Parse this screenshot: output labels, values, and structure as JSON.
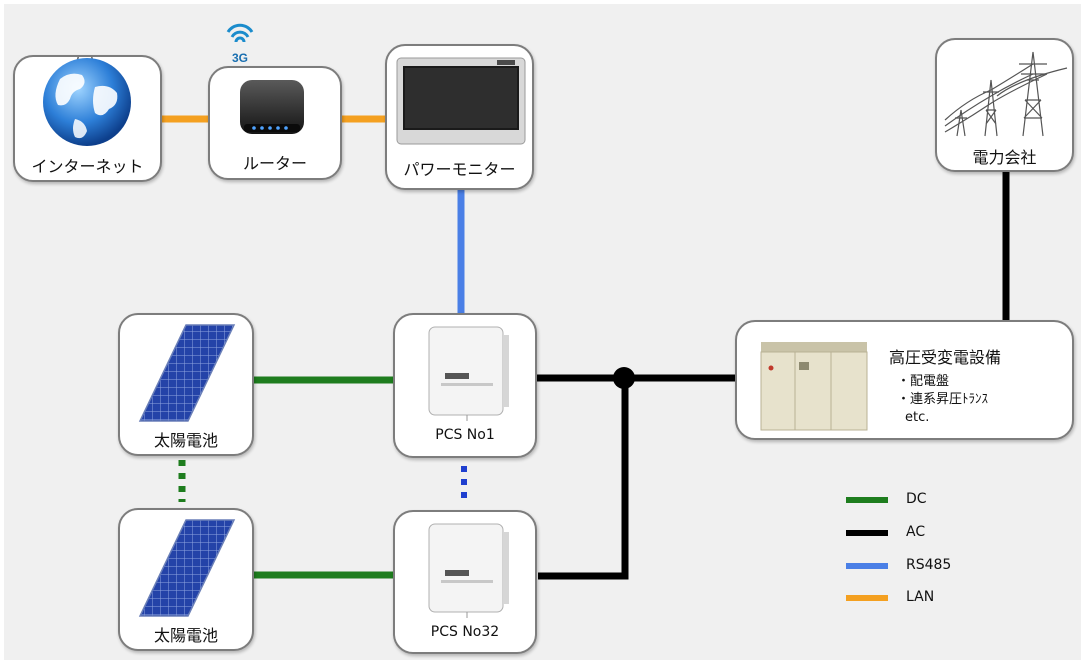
{
  "nodes": {
    "internet": {
      "label": "インターネット"
    },
    "router": {
      "label": "ルーター",
      "badge": "3G"
    },
    "power_monitor": {
      "label": "パワーモニター"
    },
    "utility": {
      "label": "電力会社"
    },
    "solar_1": {
      "label": "太陽電池"
    },
    "solar_2": {
      "label": "太陽電池"
    },
    "pcs_1": {
      "label": "PCS  No1"
    },
    "pcs_32": {
      "label": "PCS  No32"
    },
    "substation": {
      "title": "高圧受変電設備",
      "items": [
        "・配電盤",
        "・連系昇圧ﾄﾗﾝｽ",
        "etc."
      ]
    }
  },
  "legend": [
    {
      "label": "DC",
      "color": "#1e7d1e"
    },
    {
      "label": "AC",
      "color": "#000000"
    },
    {
      "label": "RS485",
      "color": "#4a7fe6"
    },
    {
      "label": "LAN",
      "color": "#f4a020"
    }
  ],
  "colors": {
    "dc": "#1e7d1e",
    "ac": "#000000",
    "rs485": "#4a7fe6",
    "lan": "#f4a020",
    "rs485_dots": "#1f3fcf"
  }
}
